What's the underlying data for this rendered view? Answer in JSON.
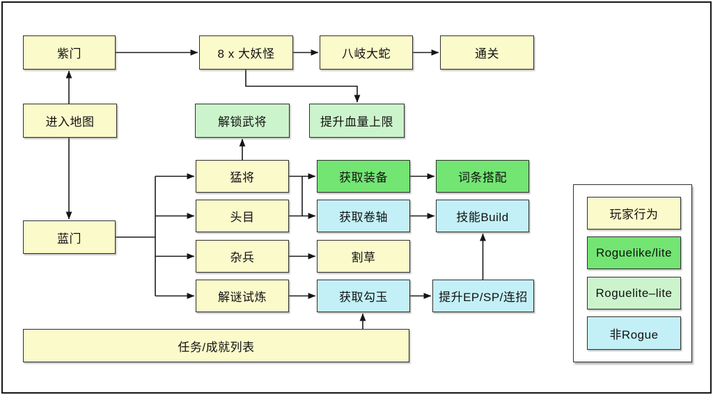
{
  "diagram": {
    "title_hint": "game-loop-flowchart",
    "colors": {
      "player": "#FBFACB",
      "roguelike_lite": "#73E573",
      "roguelite_lite": "#CCF4CC",
      "non_rogue": "#C3F0F7",
      "line": "#1a1a1a",
      "node_border": "#2e2e2e"
    },
    "nodes": {
      "purple_gate": {
        "label": "紫门",
        "category": "player"
      },
      "big_yokai": {
        "label": "8 x 大妖怪",
        "category": "player"
      },
      "orochi": {
        "label": "八岐大蛇",
        "category": "player"
      },
      "clear_game": {
        "label": "通关",
        "category": "player"
      },
      "enter_map": {
        "label": "进入地图",
        "category": "player"
      },
      "unlock_generals": {
        "label": "解锁武将",
        "category": "roguelite_lite"
      },
      "hp_cap_up": {
        "label": "提升血量上限",
        "category": "roguelite_lite"
      },
      "fierce_general": {
        "label": "猛将",
        "category": "player"
      },
      "get_equipment": {
        "label": "获取装备",
        "category": "roguelike_lite"
      },
      "affix_combo": {
        "label": "词条搭配",
        "category": "roguelike_lite"
      },
      "boss": {
        "label": "头目",
        "category": "player"
      },
      "get_scrolls": {
        "label": "获取卷轴",
        "category": "non_rogue"
      },
      "skill_build": {
        "label": "技能Build",
        "category": "non_rogue"
      },
      "mobs": {
        "label": "杂兵",
        "category": "player"
      },
      "mow_grass": {
        "label": "割草",
        "category": "player"
      },
      "puzzle_trial": {
        "label": "解谜试炼",
        "category": "player"
      },
      "get_magatama": {
        "label": "获取勾玉",
        "category": "non_rogue"
      },
      "ep_sp_combo": {
        "label": "提升EP/SP/连招",
        "category": "non_rogue"
      },
      "quest_list": {
        "label": "任务/成就列表",
        "category": "player"
      }
    },
    "edges": [
      {
        "from": "enter_map",
        "to": "purple_gate"
      },
      {
        "from": "enter_map",
        "to": "blue_gate"
      },
      {
        "from": "purple_gate",
        "to": "big_yokai"
      },
      {
        "from": "big_yokai",
        "to": "orochi"
      },
      {
        "from": "orochi",
        "to": "clear_game"
      },
      {
        "from": "big_yokai",
        "to": "hp_cap_up"
      },
      {
        "from": "fierce_general",
        "to": "unlock_generals"
      },
      {
        "from": "blue_gate",
        "to": "fierce_general"
      },
      {
        "from": "blue_gate",
        "to": "boss"
      },
      {
        "from": "blue_gate",
        "to": "mobs"
      },
      {
        "from": "blue_gate",
        "to": "puzzle_trial"
      },
      {
        "from": "fierce_general",
        "to": "get_equipment"
      },
      {
        "from": "boss",
        "to": "get_scrolls"
      },
      {
        "from": "get_equipment",
        "to": "affix_combo"
      },
      {
        "from": "get_scrolls",
        "to": "skill_build"
      },
      {
        "from": "mobs",
        "to": "mow_grass"
      },
      {
        "from": "puzzle_trial",
        "to": "get_magatama"
      },
      {
        "from": "get_magatama",
        "to": "ep_sp_combo"
      },
      {
        "from": "ep_sp_combo",
        "to": "skill_build"
      },
      {
        "from": "quest_list",
        "to": "get_magatama"
      }
    ],
    "blue_gate": {
      "label": "蓝门",
      "category": "player"
    },
    "legend": {
      "items": [
        {
          "label": "玩家行为",
          "category": "player"
        },
        {
          "label": "Roguelike/lite",
          "category": "roguelike_lite"
        },
        {
          "label": "Roguelite–lite",
          "category": "roguelite_lite"
        },
        {
          "label": "非Rogue",
          "category": "non_rogue"
        }
      ]
    }
  }
}
